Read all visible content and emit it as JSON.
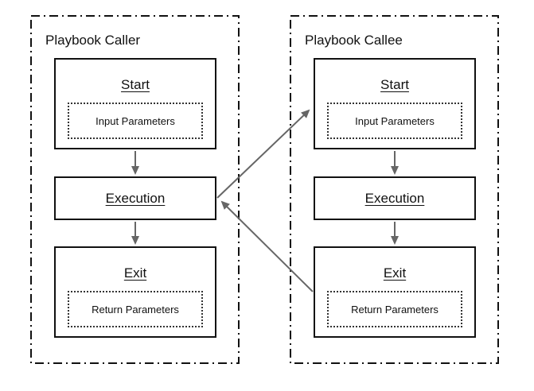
{
  "diagram": {
    "caller": {
      "title": "Playbook Caller",
      "nodes": {
        "start": {
          "title": "Start",
          "param": "Input Parameters"
        },
        "execution": {
          "title": "Execution"
        },
        "exit": {
          "title": "Exit",
          "param": "Return Parameters"
        }
      }
    },
    "callee": {
      "title": "Playbook Callee",
      "nodes": {
        "start": {
          "title": "Start",
          "param": "Input Parameters"
        },
        "execution": {
          "title": "Execution"
        },
        "exit": {
          "title": "Exit",
          "param": "Return Parameters"
        }
      }
    },
    "colors": {
      "arrow": "#666666",
      "box_border": "#111111",
      "container_border": "#111111",
      "background": "#ffffff"
    }
  }
}
